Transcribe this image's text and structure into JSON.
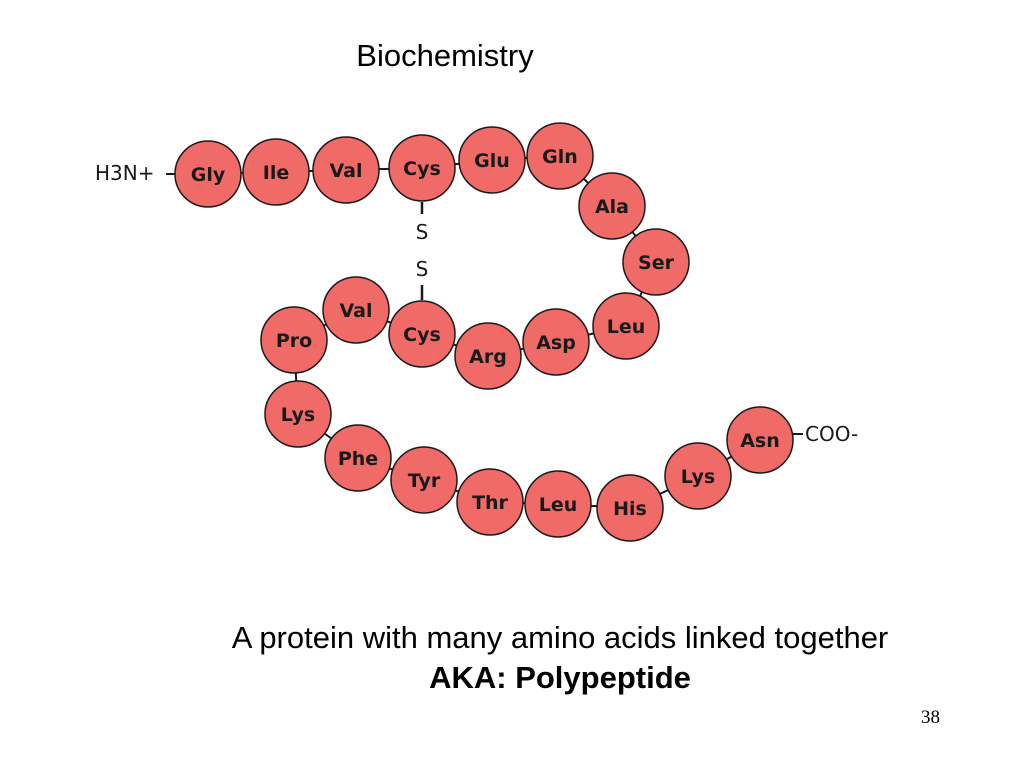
{
  "slide": {
    "title": "Biochemistry",
    "caption_line1": "A protein with many amino acids linked together",
    "caption_line2": "AKA: Polypeptide",
    "page_number": "38"
  },
  "diagram": {
    "n_terminus": "H3N+",
    "c_terminus": "COO-",
    "disulfide_bond": [
      "S",
      "S"
    ],
    "residues": [
      "Gly",
      "Ile",
      "Val",
      "Cys",
      "Glu",
      "Gln",
      "Ala",
      "Ser",
      "Leu",
      "Asp",
      "Arg",
      "Cys",
      "Val",
      "Pro",
      "Lys",
      "Phe",
      "Tyr",
      "Thr",
      "Leu",
      "His",
      "Lys",
      "Asn"
    ],
    "colors": {
      "residue_fill": "#f06a68",
      "residue_stroke": "#1a1a1a",
      "bond": "#1a1a1a"
    }
  }
}
